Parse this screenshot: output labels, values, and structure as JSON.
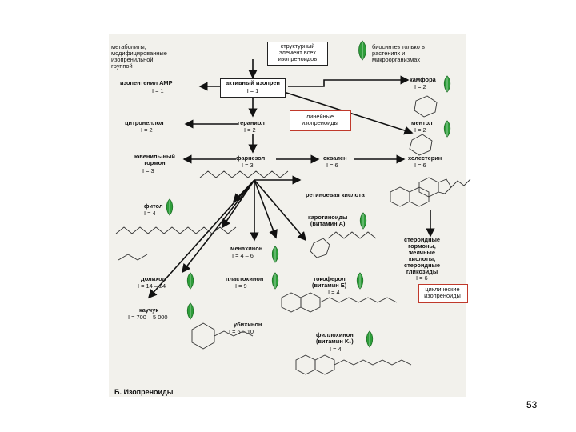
{
  "page_number": "53",
  "caption": "Б. Изопреноиды",
  "legend": {
    "modified": "метаболиты,\nмодифицированные\nизопренильной\nгруппой",
    "structural": "структурный\nэлемент всех\nизопреноидов",
    "plants_only": "биосинтез только в\nрастениях и\nмикроорганизмах",
    "linear": "линейные\nизопреноиды",
    "cyclic": "циклические\nизопреноиды"
  },
  "nodes": {
    "isopentenyl_amp": {
      "name": "изопентенил АМР",
      "formula": "I = 1"
    },
    "active_isoprene": {
      "name": "активный изопрен",
      "formula": "I = 1"
    },
    "camphor": {
      "name": "камфора",
      "formula": "I = 2"
    },
    "citronellol": {
      "name": "цитронеллол",
      "formula": "I = 2"
    },
    "geraniol": {
      "name": "гераниол",
      "formula": "I = 2"
    },
    "menthol": {
      "name": "ментол",
      "formula": "I = 2"
    },
    "juvenile_hormone": {
      "name": "ювениль-ный\nгормон",
      "formula": "I = 3"
    },
    "farnesol": {
      "name": "фарнезол",
      "formula": "I = 3"
    },
    "squalene": {
      "name": "сквален",
      "formula": "I = 6"
    },
    "cholesterol": {
      "name": "холестерин",
      "formula": "I = 6"
    },
    "retinoic_acid": {
      "name": "ретиноевая кислота",
      "formula": ""
    },
    "carotenoids": {
      "name": "каротиноиды\n(витамин А)",
      "formula": ""
    },
    "phytol": {
      "name": "фитол",
      "formula": "I = 4"
    },
    "menaquinone": {
      "name": "менахинон",
      "formula": "I = 4 – 6"
    },
    "steroid_hormones": {
      "name": "стероидные\nгормоны,\nжелчные\nкислоты,\nстероидные\nгликозиды",
      "formula": "I = 6"
    },
    "dolichol": {
      "name": "долихол",
      "formula": "I = 14 – 24"
    },
    "plastoquinone": {
      "name": "пластохинон",
      "formula": "I = 9"
    },
    "tocopherol": {
      "name": "токоферол\n(витамин Е)",
      "formula": "I = 4"
    },
    "rubber": {
      "name": "каучук",
      "formula": "I = 700 – 5 000"
    },
    "ubiquinone": {
      "name": "убихинон",
      "formula": "I = 6 – 10"
    },
    "phylloquinone": {
      "name": "филлохинон\n(витамин K₁)",
      "formula": "I = 4"
    }
  },
  "colors": {
    "leaf": "#2e9e3a",
    "red_box": "#c0392b",
    "figure_bg": "#f2f1ec",
    "ink": "#111111"
  }
}
